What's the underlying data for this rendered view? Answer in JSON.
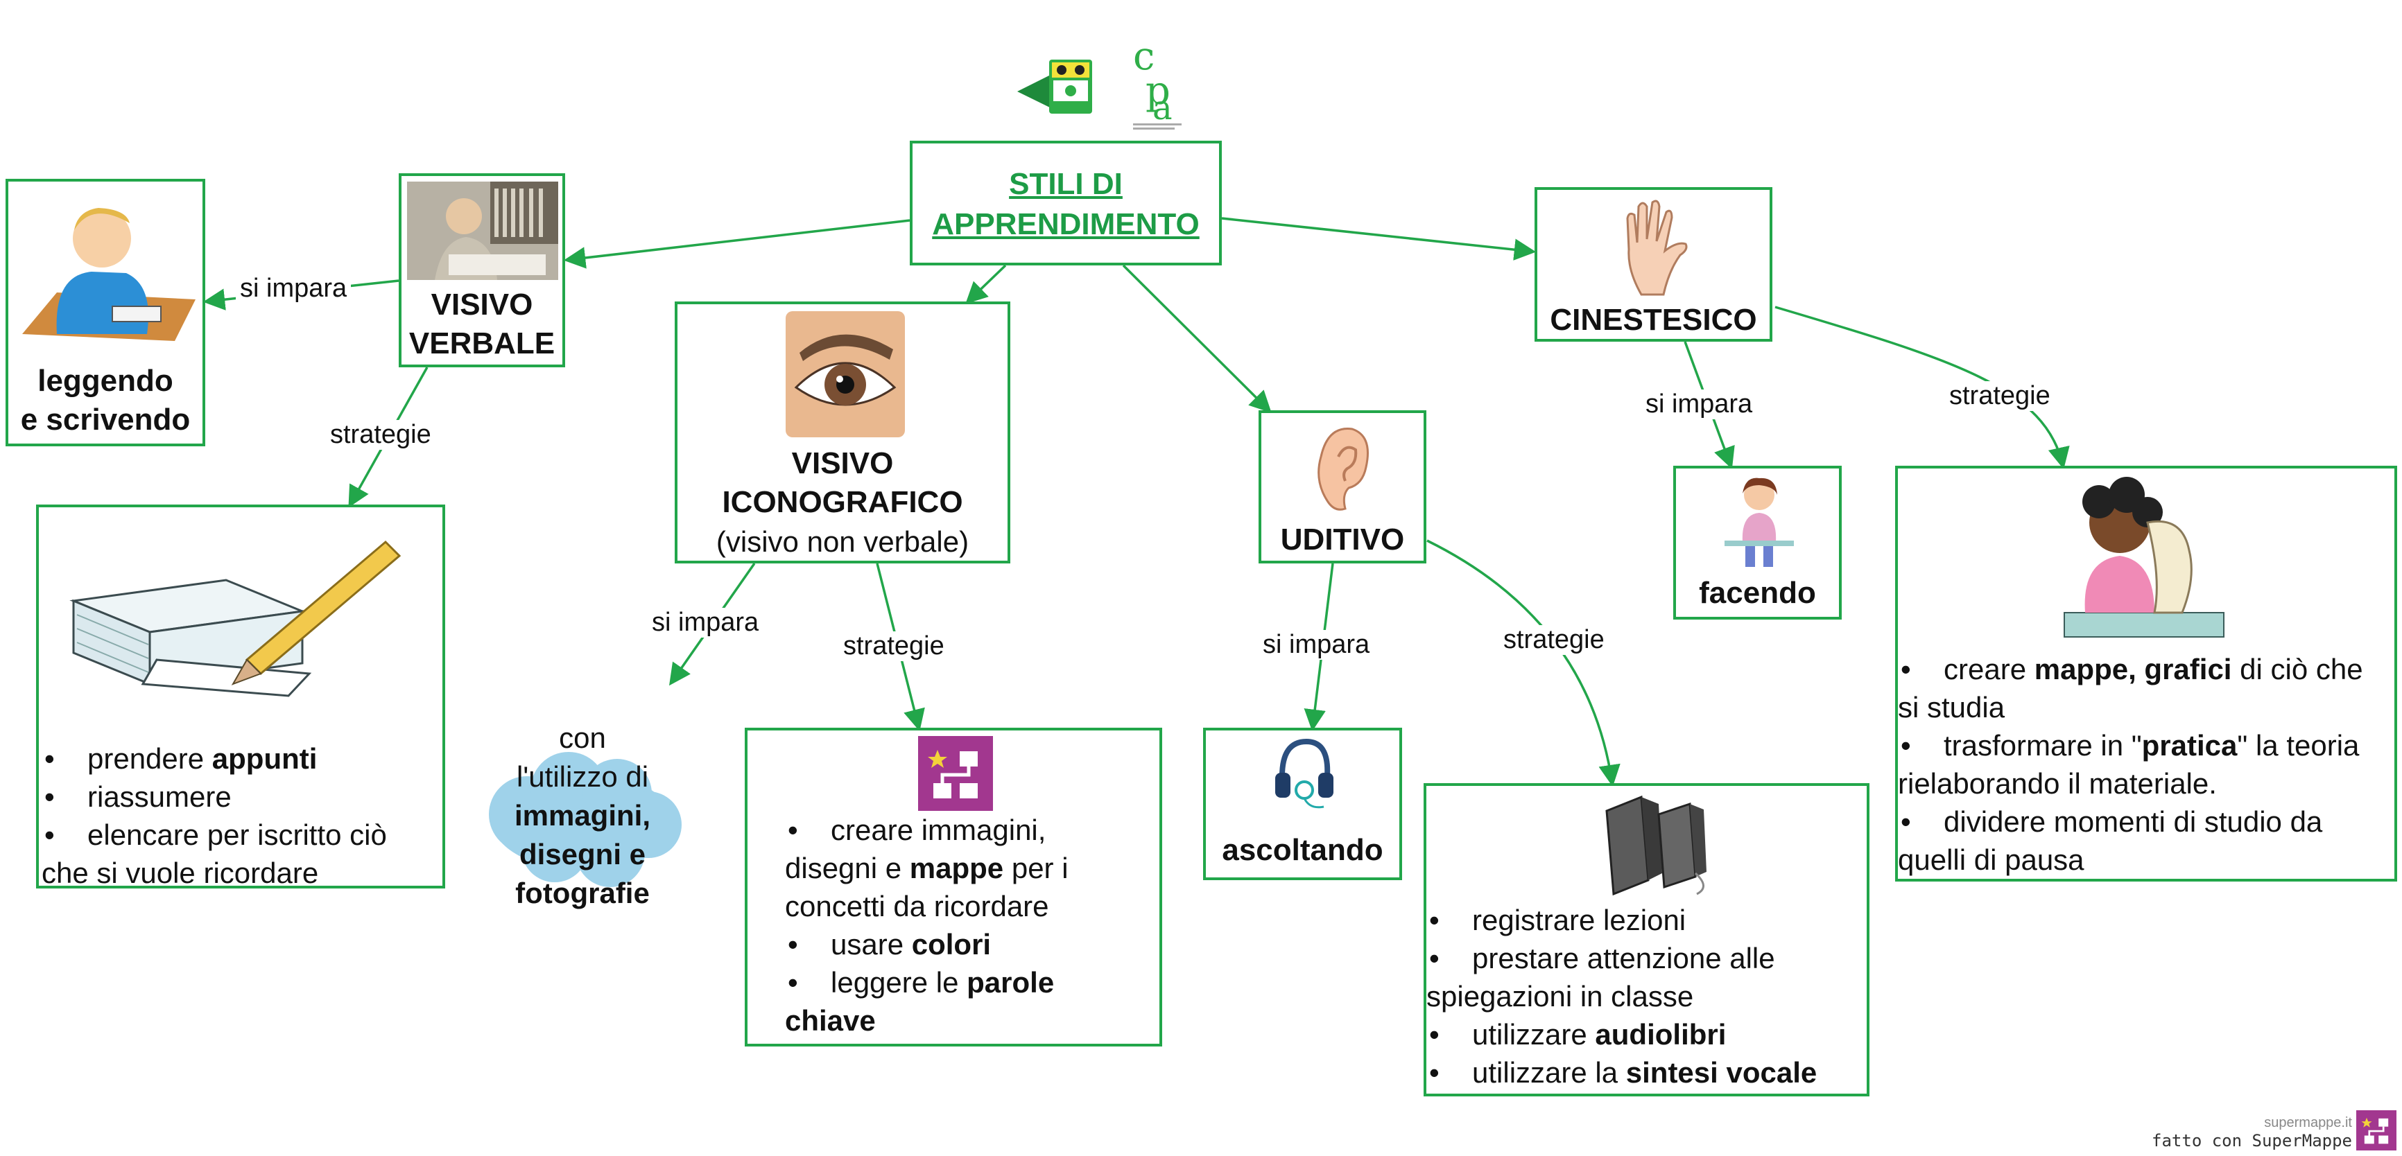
{
  "root": {
    "title_line1": "STILI DI",
    "title_line2": "APPRENDIMENTO"
  },
  "edge_labels": {
    "si_impara": "si impara",
    "strategie": "strategie"
  },
  "visivo_verbale": {
    "title_line1": "VISIVO",
    "title_line2": "VERBALE",
    "learn_line1": "leggendo",
    "learn_line2": "e scrivendo",
    "strategies": [
      {
        "pre": "prendere ",
        "bold": "appunti",
        "post": ""
      },
      {
        "pre": "riassumere",
        "bold": "",
        "post": ""
      },
      {
        "pre": "elencare per iscritto ciò che si vuole ricordare",
        "bold": "",
        "post": ""
      }
    ]
  },
  "visivo_iconografico": {
    "title_line1": "VISIVO",
    "title_line2": "ICONOGRAFICO",
    "subtitle": "(visivo non verbale)",
    "learn_line1": "con",
    "learn_line2": "l'utilizzo di",
    "learn_line3": "immagini,",
    "learn_line4": "disegni e",
    "learn_line5": "fotografie",
    "strategies": [
      {
        "pre": "creare immagini, disegni e ",
        "bold": "mappe",
        "post": " per i concetti da ricordare"
      },
      {
        "pre": "usare ",
        "bold": "colori",
        "post": ""
      },
      {
        "pre": "leggere le ",
        "bold": "parole chiave",
        "post": ""
      }
    ]
  },
  "uditivo": {
    "title": "UDITIVO",
    "learn": "ascoltando",
    "strategies": [
      {
        "pre": "registrare lezioni",
        "bold": "",
        "post": ""
      },
      {
        "pre": "prestare attenzione alle spiegazioni in classe",
        "bold": "",
        "post": ""
      },
      {
        "pre": "utilizzare ",
        "bold": "audiolibri",
        "post": ""
      },
      {
        "pre": "utilizzare la ",
        "bold": "sintesi vocale",
        "post": ""
      }
    ]
  },
  "cinestesico": {
    "title": "CINESTESICO",
    "learn": "facendo",
    "strategies": [
      {
        "pre": "creare ",
        "bold": "mappe, grafici",
        "post": " di ciò che si studia"
      },
      {
        "pre": "trasformare in \"",
        "bold": "pratica",
        "post": "\" la teoria rielaborando il materiale."
      },
      {
        "pre": "dividere momenti di studio da quelli di pausa",
        "bold": "",
        "post": ""
      }
    ]
  },
  "footer": {
    "site": "supermappe.it",
    "made_with": "fatto con SuperMappe"
  },
  "colors": {
    "accent": "#22a64a",
    "brand_purple": "#a2378f"
  }
}
